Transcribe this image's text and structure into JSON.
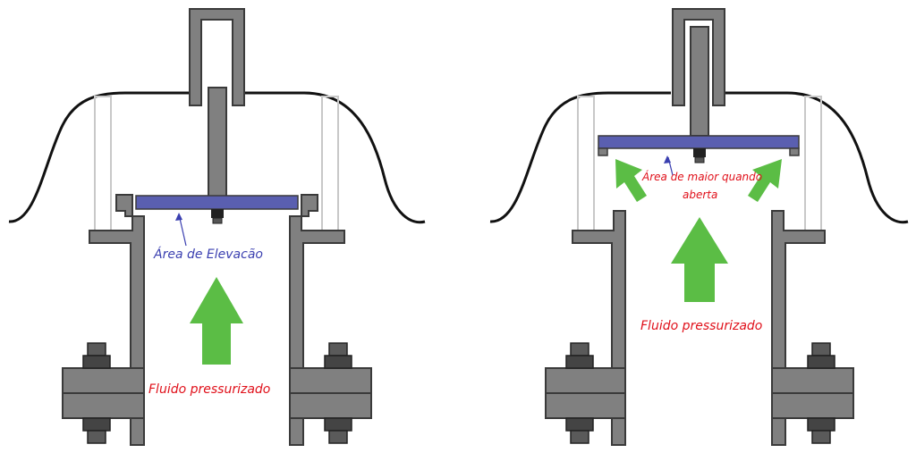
{
  "diagrams": [
    {
      "state": "closed",
      "label_lift_area": "Área de Elevacão",
      "label_fluid": "Fluido pressurizado"
    },
    {
      "state": "open",
      "label_lift_area_line1": "Área de maior quando",
      "label_lift_area_line2": "aberta",
      "label_fluid": "Fluido pressurizado"
    }
  ],
  "colors": {
    "body": "#808080",
    "outline": "#3a3a3a",
    "disc": "#5a5fb0",
    "arrow": "#5bbd45",
    "label_blue": "#3a3fb0",
    "label_red": "#e0101a"
  }
}
